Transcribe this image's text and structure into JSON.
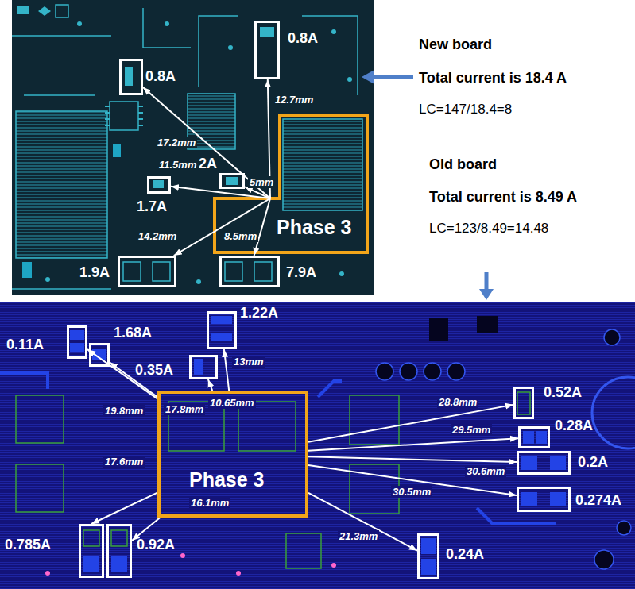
{
  "diagram": {
    "nodes": [
      {
        "text": [
          "Phase 3"
        ]
      },
      {
        "text": [
          "0.8A"
        ]
      },
      {
        "text": [
          "0.8A"
        ]
      },
      {
        "text": [
          "1.7A"
        ]
      },
      {
        "text": [
          "2A"
        ]
      },
      {
        "text": [
          "1.9A"
        ]
      },
      {
        "text": [
          "7.9A"
        ]
      },
      {
        "text": [
          "Phase 3"
        ]
      },
      {
        "text": [
          "0.11A"
        ]
      },
      {
        "text": [
          "1.68A"
        ]
      },
      {
        "text": [
          "1.22A"
        ]
      },
      {
        "text": [
          "0.35A"
        ]
      },
      {
        "text": [
          "0.52A"
        ]
      },
      {
        "text": [
          "0.28A"
        ]
      },
      {
        "text": [
          "0.2A"
        ]
      },
      {
        "text": [
          "0.274A"
        ]
      },
      {
        "text": [
          "0.785A"
        ]
      },
      {
        "text": [
          "0.92A"
        ]
      },
      {
        "text": [
          "0.24A"
        ]
      }
    ],
    "edges": [
      {
        "from": 0,
        "to": 1,
        "arrow": "to",
        "label": "17.2mm"
      },
      {
        "from": 0,
        "to": 2,
        "arrow": "to",
        "label": "12.7mm"
      },
      {
        "from": 0,
        "to": 3,
        "arrow": "to",
        "label": "11.5mm"
      },
      {
        "from": 0,
        "to": 4,
        "arrow": "to",
        "label": "5mm"
      },
      {
        "from": 0,
        "to": 5,
        "arrow": "to",
        "label": "14.2mm"
      },
      {
        "from": 0,
        "to": 6,
        "arrow": "to",
        "label": "8.5mm"
      },
      {
        "from": 7,
        "to": 8,
        "arrow": "to",
        "label": "19.8mm"
      },
      {
        "from": 7,
        "to": 9,
        "arrow": "to",
        "label": "17.8mm"
      },
      {
        "from": 7,
        "to": 10,
        "arrow": "to",
        "label": "13mm"
      },
      {
        "from": 7,
        "to": 11,
        "arrow": "to",
        "label": "10.65mm"
      },
      {
        "from": 7,
        "to": 12,
        "arrow": "to",
        "label": "28.8mm"
      },
      {
        "from": 7,
        "to": 13,
        "arrow": "to",
        "label": "29.5mm"
      },
      {
        "from": 7,
        "to": 14,
        "arrow": "to",
        "label": "30.6mm"
      },
      {
        "from": 7,
        "to": 15,
        "arrow": "to",
        "label": "30.5mm"
      },
      {
        "from": 7,
        "to": 16,
        "arrow": "to",
        "label": "17.6mm"
      },
      {
        "from": 7,
        "to": 17,
        "arrow": "to",
        "label": "16.1mm"
      },
      {
        "from": 7,
        "to": 18,
        "arrow": "to",
        "label": "21.3mm"
      }
    ],
    "labels": [
      "New board",
      "Total current is 18.4 A",
      "LC=147/18.4=8",
      "Old board",
      "Total current is 8.49 A",
      "LC=123/8.49=14.48"
    ]
  }
}
